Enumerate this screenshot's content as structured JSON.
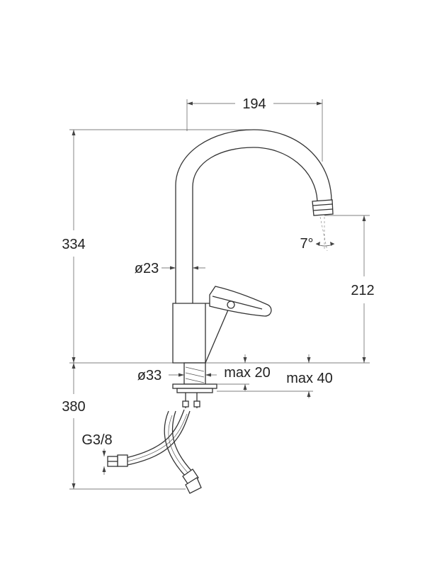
{
  "dimensions": {
    "spout_reach": "194",
    "total_height": "334",
    "spout_height": "212",
    "pipe_diameter": "ø23",
    "spout_angle": "7°",
    "hole_diameter": "ø33",
    "max_thickness_20": "max 20",
    "max_thickness_40": "max 40",
    "hose_length": "380",
    "connection_thread": "G3/8"
  }
}
